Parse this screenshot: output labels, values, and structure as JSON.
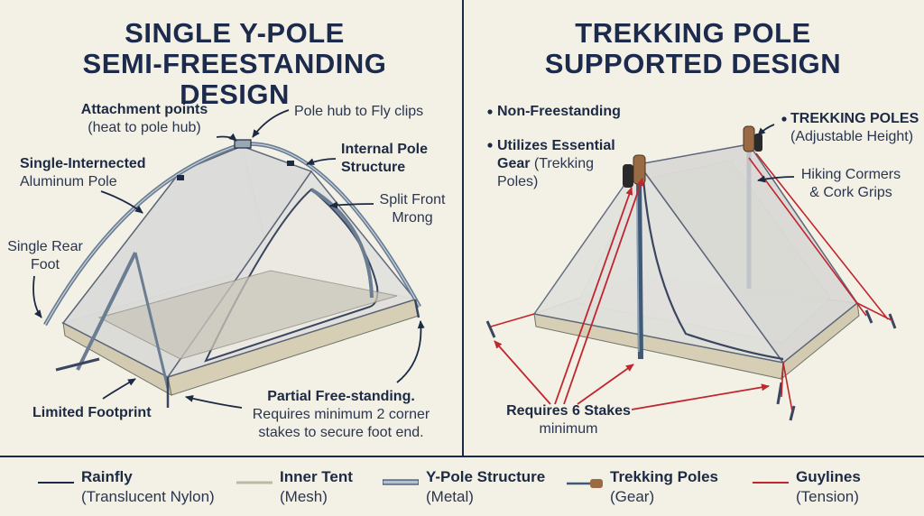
{
  "left": {
    "title_line1": "SINGLE Y-POLE",
    "title_line2": "SEMI-FREESTANDING DESIGN",
    "labels": {
      "attachment_title": "Attachment points",
      "attachment_sub": "(heat to pole hub)",
      "pole_hub": "Pole hub to Fly clips",
      "internal_line1": "Internal Pole",
      "internal_line2": "Structure",
      "single_line1": "Single-Internected",
      "single_line2": "Aluminum Pole",
      "split_line1": "Split Front",
      "split_line2": "Mrong",
      "rear_line1": "Single Rear",
      "rear_line2": "Foot",
      "limited": "Limited Footprint",
      "partial_title": "Partial Free-standing.",
      "partial_line2": "Requires minimum 2 corner",
      "partial_line3": "stakes to secure foot end."
    }
  },
  "right": {
    "title_line1": "TREKKING POLE",
    "title_line2": "SUPPORTED DESIGN",
    "labels": {
      "nonfree": "Non-Freestanding",
      "utilizes_line1": "Utilizes Essential",
      "utilizes_line2": "Gear",
      "utilizes_paren1": "(Trekking",
      "utilizes_paren2": "Poles)",
      "trekking_title": "TREKKING POLES",
      "trekking_sub": "(Adjustable Height)",
      "hiking_line1": "Hiking Cormers",
      "hiking_line2": "& Cork Grips",
      "stakes_title": "Requires 6 Stakes",
      "stakes_sub": "minimum"
    }
  },
  "legend": [
    {
      "title": "Rainfly",
      "sub": "(Translucent Nylon)",
      "icon": "navy-line"
    },
    {
      "title": "Inner Tent",
      "sub": "(Mesh)",
      "icon": "beige-line"
    },
    {
      "title": "Y-Pole Structure",
      "sub": "(Metal)",
      "icon": "pole-line"
    },
    {
      "title": "Trekking Poles",
      "sub": "(Gear)",
      "icon": "trekking-pole"
    },
    {
      "title": "Guylines",
      "sub": "(Tension)",
      "icon": "red-line"
    }
  ],
  "colors": {
    "background": "#f3f0e6",
    "navy": "#1c2a4c",
    "guyline_red": "#c0262d",
    "cork": "#9a6a44",
    "pole_blue": "#5a7088",
    "mesh": "#d9d6cc"
  }
}
